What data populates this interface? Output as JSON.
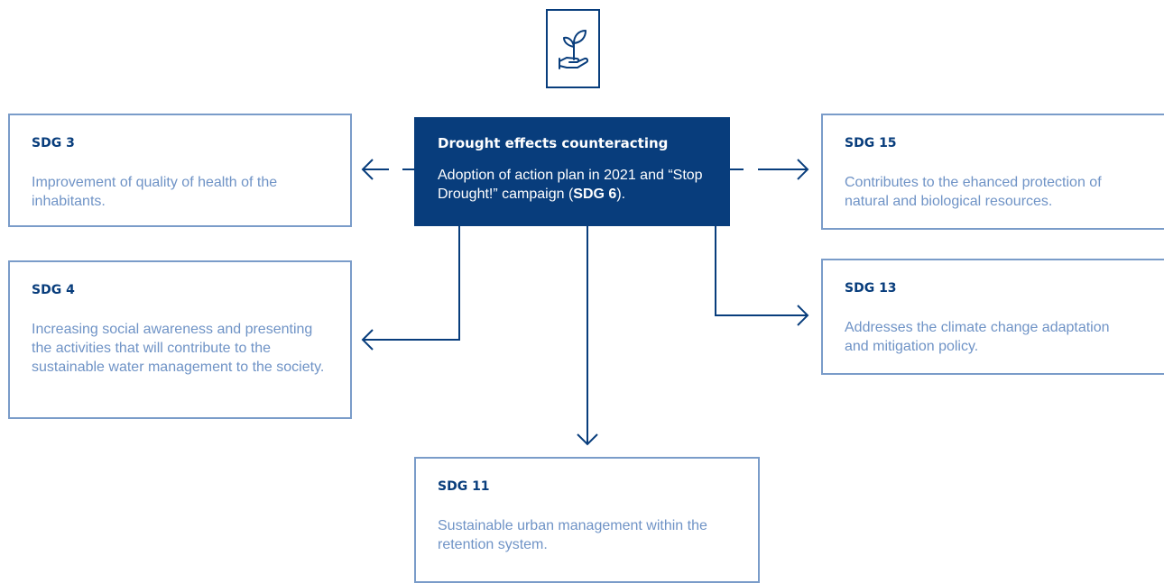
{
  "icon": "plant-in-hand-icon",
  "colors": {
    "primary": "#083d7c",
    "box_border": "#7a9cc9",
    "box_text": "#6f93c6"
  },
  "center": {
    "title": "Drought effects counteracting",
    "text_before": "Adoption of action plan in 2021 and “Stop Drought!” campaign (",
    "text_bold": "SDG 6",
    "text_after": ")."
  },
  "sdg3": {
    "title": "SDG 3",
    "text": "Improvement of quality of health of the inhabitants."
  },
  "sdg4": {
    "title": "SDG 4",
    "text": "Increasing social awareness and presenting the activities that will contribute to the sustainable water management to the society."
  },
  "sdg15": {
    "title": "SDG 15",
    "text": "Contributes to the ehanced protection of natural and biological resources."
  },
  "sdg13": {
    "title": "SDG 13",
    "text": "Addresses the climate change adaptation and mitigation policy."
  },
  "sdg11": {
    "title": "SDG 11",
    "text": "Sustainable urban management within the retention system."
  }
}
